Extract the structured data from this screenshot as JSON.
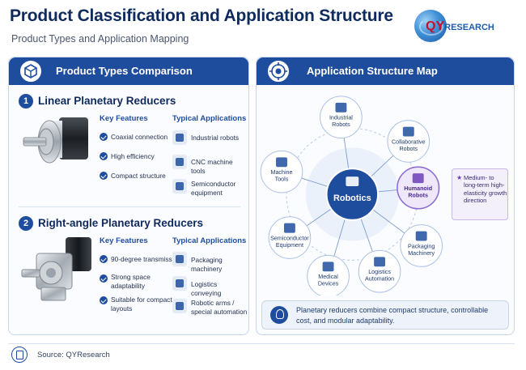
{
  "header": {
    "title": "Product Classification and Application Structure",
    "subtitle": "Product Types and Application Mapping",
    "logo_text": "QY",
    "logo_text2": "RESEARCH"
  },
  "left_panel": {
    "title": "Product Types Comparison",
    "icon": "cube-icon",
    "sections": [
      {
        "number": "1",
        "title": "Linear Planetary Reducers",
        "features_head": "Key Features",
        "apps_head": "Typical Applications",
        "features": [
          "Coaxial connection",
          "High efficiency",
          "Compact structure"
        ],
        "apps": [
          "Industrial robots",
          "CNC machine tools",
          "Semiconductor\nequipment"
        ]
      },
      {
        "number": "2",
        "title": "Right-angle Planetary Reducers",
        "features_head": "Key Features",
        "apps_head": "Typical Applications",
        "features": [
          "90-degree transmission",
          "Strong space\nadaptability",
          "Suitable for compact\nlayouts"
        ],
        "apps": [
          "Packaging machinery",
          "Logistics conveying",
          "Robotic arms /\nspecial automation"
        ]
      }
    ]
  },
  "right_panel": {
    "title": "Application Structure Map",
    "icon": "target-icon",
    "center": "Robotics",
    "nodes": [
      {
        "label": "Industrial\nRobots",
        "icon": "robot-arm-icon"
      },
      {
        "label": "Collaborative\nRobots",
        "icon": "cobot-icon"
      },
      {
        "label": "Humanoid\nRobots",
        "icon": "humanoid-icon"
      },
      {
        "label": "Packaging\nMachinery",
        "icon": "package-icon"
      },
      {
        "label": "Logistics\nAutomation",
        "icon": "conveyor-icon"
      },
      {
        "label": "Medical\nDevices",
        "icon": "heartbeat-icon"
      },
      {
        "label": "Semiconductor\nEquipment",
        "icon": "chip-icon"
      },
      {
        "label": "Machine\nTools",
        "icon": "machine-icon"
      }
    ],
    "callout": "Medium- to long-term high-elasticity growth direction",
    "note": "Planetary reducers combine compact structure, controllable cost, and modular adaptability."
  },
  "footer": {
    "source": "Source: QYResearch"
  },
  "colors": {
    "primary": "#1f4d9e",
    "highlight": "#6b3fb5",
    "title": "#0f2a5c"
  }
}
